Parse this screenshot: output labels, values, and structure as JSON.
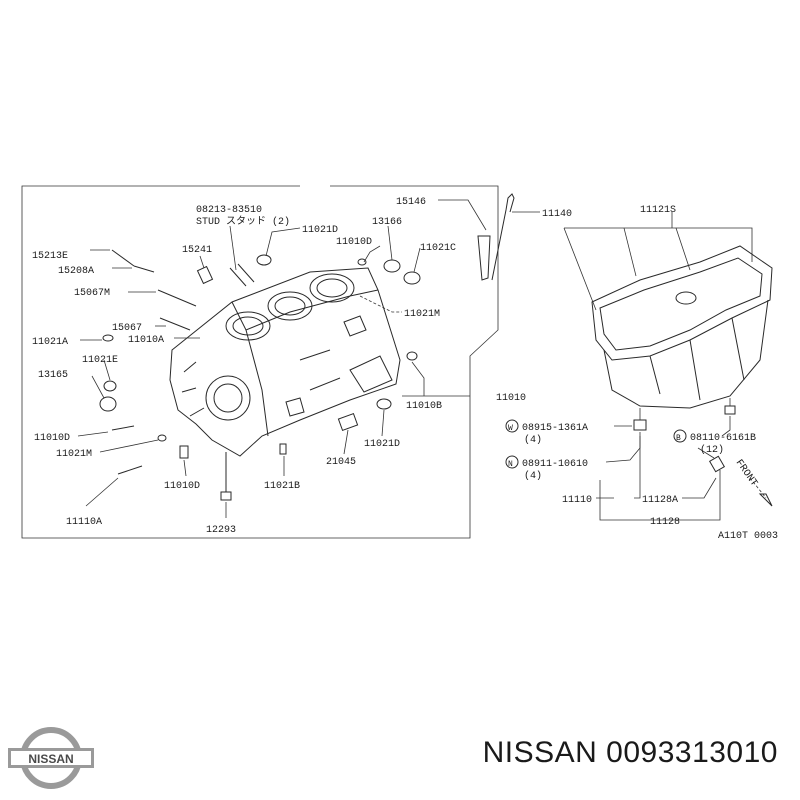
{
  "labels": {
    "stud_part": "08213-83510",
    "stud_desc": "STUD スタッド (2)",
    "p15146": "15146",
    "p11140": "11140",
    "p11121s": "11121S",
    "p11021d_top": "11021D",
    "p11010d_top": "11010D",
    "p13166": "13166",
    "p11021c": "11021C",
    "p15241": "15241",
    "p15213e": "15213E",
    "p15208a": "15208A",
    "p15067m": "15067M",
    "p11021m_r": "11021M",
    "p15067": "15067",
    "p11010a": "11010A",
    "p11021a": "11021A",
    "p11021e": "11021E",
    "p13165": "13165",
    "p11010b": "11010B",
    "p11010": "11010",
    "p11010d_l": "11010D",
    "p11021d_b": "11021D",
    "p11021m_l": "11021M",
    "p21045": "21045",
    "p11010d_b": "11010D",
    "p11021b": "11021B",
    "p11110a": "11110A",
    "p12293": "12293",
    "w_symbol": "W",
    "w_part": "08915-1361A",
    "w_qty": "(4)",
    "n_symbol": "N",
    "n_part": "08911-10610",
    "n_qty": "(4)",
    "b_symbol": "B",
    "b_part": "08110-6161B",
    "b_qty": "(12)",
    "front": "FRONT",
    "p11110": "11110",
    "p11128a": "11128A",
    "p11128": "11128",
    "diagram_code": "A110T 0003"
  },
  "logo_text": "NISSAN",
  "brand": "NISSAN",
  "part_number": "0093313010",
  "colors": {
    "ink": "#1a1a1a",
    "line": "#333333",
    "background": "#ffffff",
    "logo_gray": "#9a9a9a"
  },
  "icons": {
    "logo": "nissan-logo-icon",
    "front_arrow": "front-arrow-icon"
  }
}
